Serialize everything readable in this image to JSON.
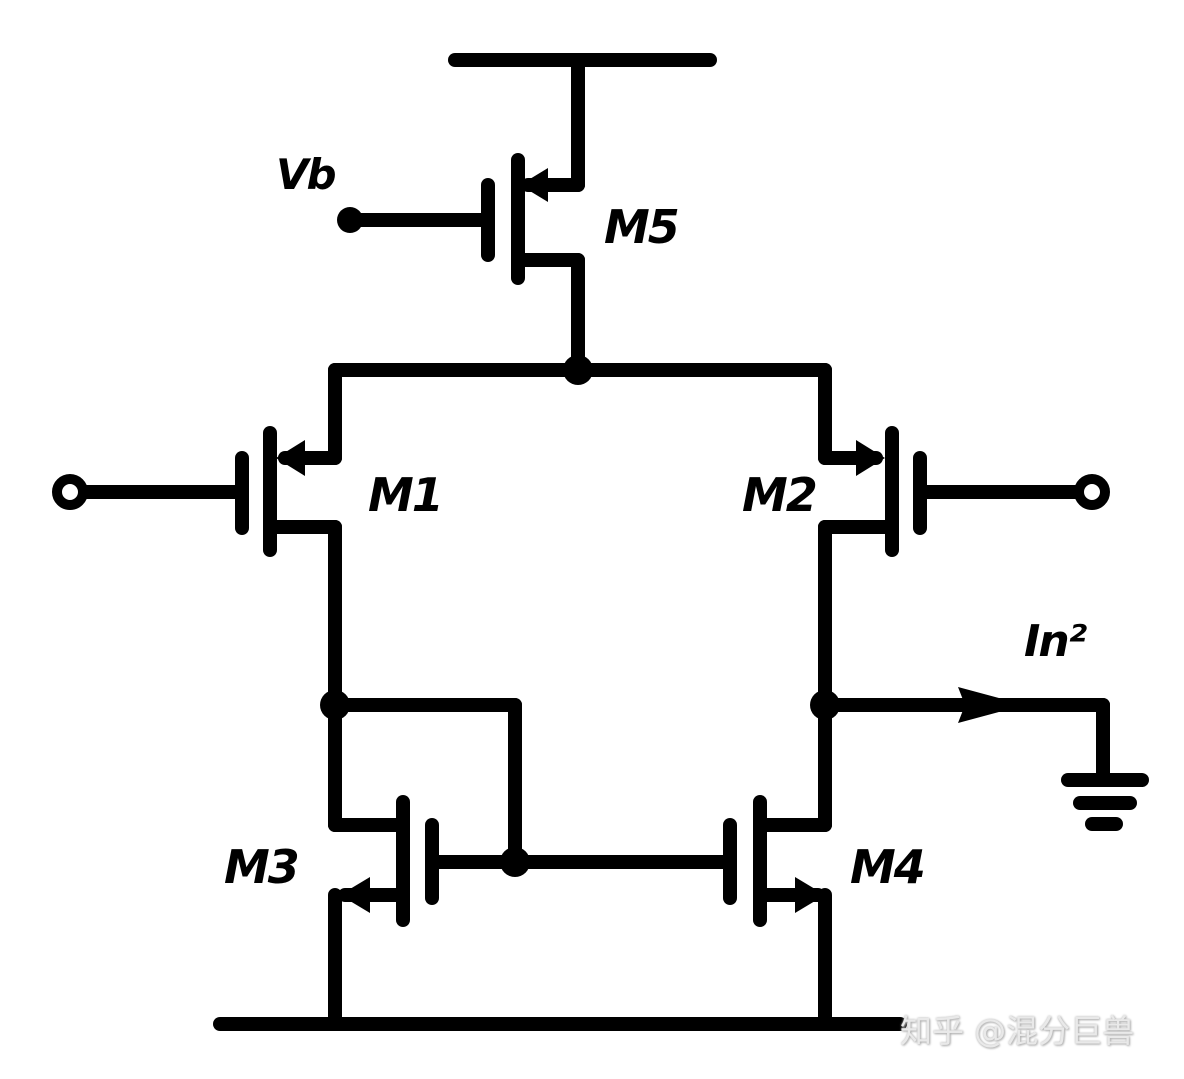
{
  "labels": {
    "vb": "Vb",
    "m5": "M5",
    "m1": "M1",
    "m2": "M2",
    "m3": "M3",
    "m4": "M4",
    "noise_current": "In²"
  },
  "watermark": "知乎 @混分巨兽",
  "colors": {
    "ink": "#000000",
    "background": "#ffffff",
    "watermark": "#e9e9e9"
  }
}
